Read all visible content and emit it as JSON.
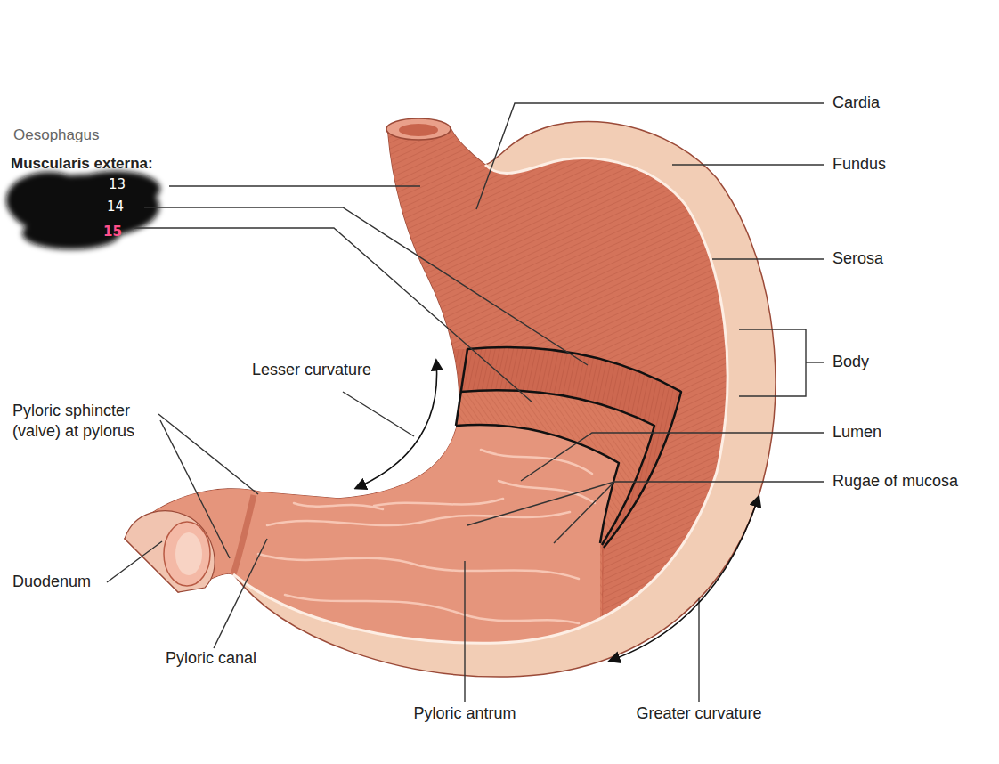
{
  "diagram": {
    "labels": [
      "Oesophagus",
      "Muscularis externa:",
      "13",
      "14",
      "15",
      "Cardia",
      "Fundus",
      "Serosa",
      "Body",
      "Lesser curvature",
      "Lumen",
      "Rugae of mucosa",
      "Pyloric sphincter (valve) at pylorus",
      "Duodenum",
      "Pyloric canal",
      "Pyloric antrum",
      "Greater curvature"
    ]
  }
}
